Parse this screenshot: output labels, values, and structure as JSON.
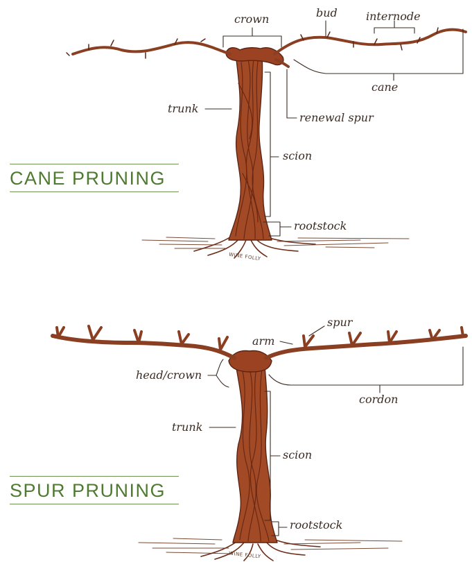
{
  "colors": {
    "wood": "#8b3f22",
    "wood_dark": "#5a2414",
    "ink": "#3a2b22",
    "green": "#4f7a31"
  },
  "cane_section": {
    "title": "CANE PRUNING",
    "labels": {
      "crown": "crown",
      "bud": "bud",
      "internode": "internode",
      "cane": "cane",
      "trunk": "trunk",
      "renewal_spur": "renewal spur",
      "scion": "scion",
      "rootstock": "rootstock"
    },
    "signature": "WINE FOLLY"
  },
  "spur_section": {
    "title": "SPUR PRUNING",
    "labels": {
      "spur": "spur",
      "arm": "arm",
      "head_crown": "head/crown",
      "cordon": "cordon",
      "trunk": "trunk",
      "scion": "scion",
      "rootstock": "rootstock"
    },
    "signature": "WINE FOLLY"
  }
}
